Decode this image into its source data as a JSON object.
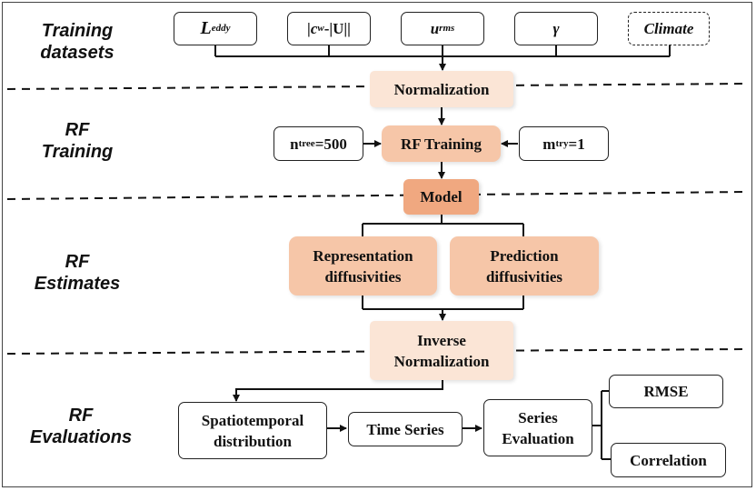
{
  "stages": {
    "training_datasets": "Training\ndatasets",
    "rf_training": "RF\nTraining",
    "rf_estimates": "RF\nEstimates",
    "rf_evaluations": "RF\nEvaluations"
  },
  "datasets": {
    "l_eddy": {
      "main": "L",
      "sub": "eddy"
    },
    "cw_u": {
      "pre": "|c",
      "sub": "w",
      "post": "-|U||"
    },
    "u_rms": {
      "main": "u",
      "sub": "rms"
    },
    "gamma": "γ",
    "climate": "Climate"
  },
  "normalization": "Normalization",
  "n_tree": {
    "main": "n",
    "sub": "tree",
    "post": "=500"
  },
  "rf_training_box": "RF Training",
  "m_try": {
    "main": "m",
    "sub": "try",
    "post": "=1"
  },
  "model": "Model",
  "representation": "Representation\ndiffusivities",
  "prediction": "Prediction\ndiffusivities",
  "inverse_normalization": "Inverse\nNormalization",
  "spatiotemporal": "Spatiotemporal\ndistribution",
  "time_series": "Time Series",
  "series_evaluation": "Series\nEvaluation",
  "rmse": "RMSE",
  "correlation": "Correlation",
  "colors": {
    "light_orange": "#fbe5d6",
    "mid_orange": "#f6c6a8",
    "dark_orange": "#f0a880"
  }
}
